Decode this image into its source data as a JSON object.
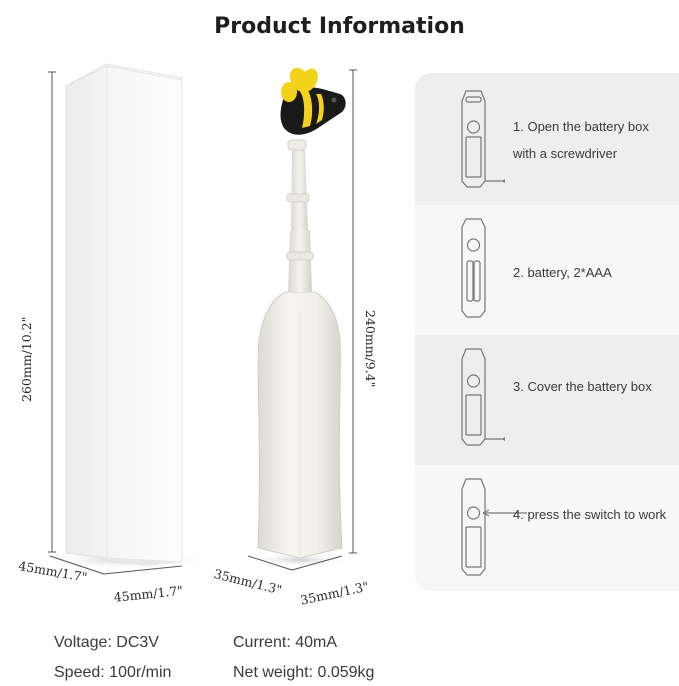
{
  "title": "Product Information",
  "dimensions": {
    "box_height": "260mm/10.2\"",
    "box_width_left": "45mm/1.7\"",
    "box_width_right": "45mm/1.7\"",
    "device_height": "240mm/9.4\"",
    "device_width_left": "35mm/1.3\"",
    "device_width_right": "35mm/1.3\""
  },
  "steps": [
    {
      "text": "1. Open the battery box with a screwdriver",
      "bg": "#eeeeee"
    },
    {
      "text": "2. battery, 2*AAA",
      "bg": "#f7f7f7"
    },
    {
      "text": "3. Cover the battery box",
      "bg": "#eeeeee"
    },
    {
      "text": "4. press the switch to work",
      "bg": "#f7f7f7"
    }
  ],
  "specs": {
    "voltage_label": "Voltage:",
    "voltage_value": "DC3V",
    "current_label": "Current:",
    "current_value": "40mA",
    "speed_label": "Speed:",
    "speed_value": "100r/min",
    "weight_label": "Net weight:",
    "weight_value": "0.059kg"
  },
  "colors": {
    "bee_yellow": "#f2d21a",
    "bee_black": "#1a1a1a",
    "device_white": "#f3f2ee"
  }
}
